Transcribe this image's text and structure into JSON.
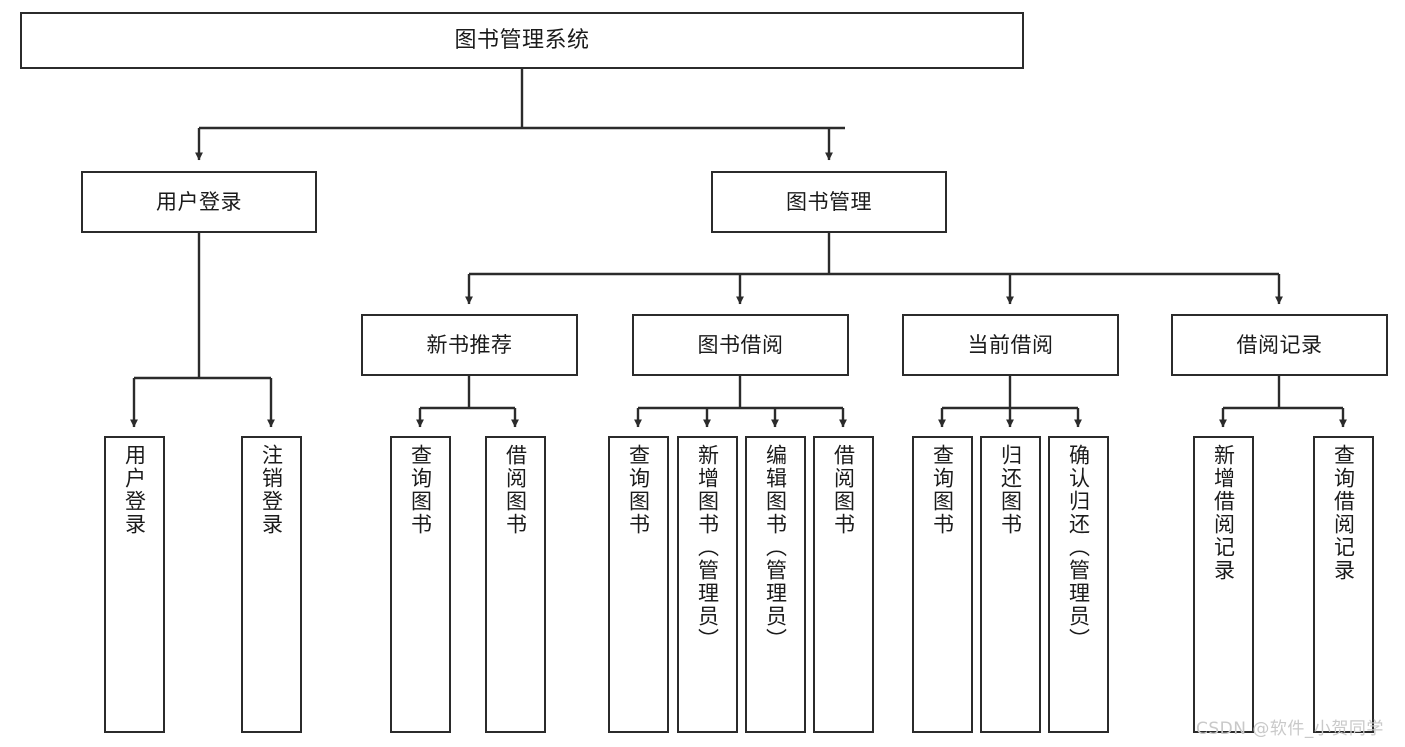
{
  "diagram": {
    "title": "图书管理系统",
    "watermark": "CSDN @软件_小贺同学",
    "edge_color": "#2b2b2b",
    "node_border_color": "#2b2b2b",
    "node_fill_color": "#ffffff",
    "nodes": {
      "root": {
        "label": "图书管理系统"
      },
      "user_login": {
        "label": "用户登录"
      },
      "book_manage": {
        "label": "图书管理"
      },
      "new_book_rec": {
        "label": "新书推荐"
      },
      "book_borrow": {
        "label": "图书借阅"
      },
      "current_borrow": {
        "label": "当前借阅"
      },
      "borrow_record": {
        "label": "借阅记录"
      },
      "leaf_user_login": {
        "label": "用户登录"
      },
      "leaf_logout": {
        "label": "注销登录"
      },
      "leaf_query_book_1": {
        "label": "查询图书"
      },
      "leaf_borrow_book_1": {
        "label": "借阅图书"
      },
      "leaf_query_book_2": {
        "label": "查询图书"
      },
      "leaf_add_book": {
        "label": "新增图书（管理员）"
      },
      "leaf_edit_book": {
        "label": "编辑图书（管理员）"
      },
      "leaf_borrow_book_2": {
        "label": "借阅图书"
      },
      "leaf_query_book_3": {
        "label": "查询图书"
      },
      "leaf_return_book": {
        "label": "归还图书"
      },
      "leaf_confirm_return": {
        "label": "确认归还（管理员）"
      },
      "leaf_add_record": {
        "label": "新增借阅记录"
      },
      "leaf_query_record": {
        "label": "查询借阅记录"
      }
    }
  }
}
